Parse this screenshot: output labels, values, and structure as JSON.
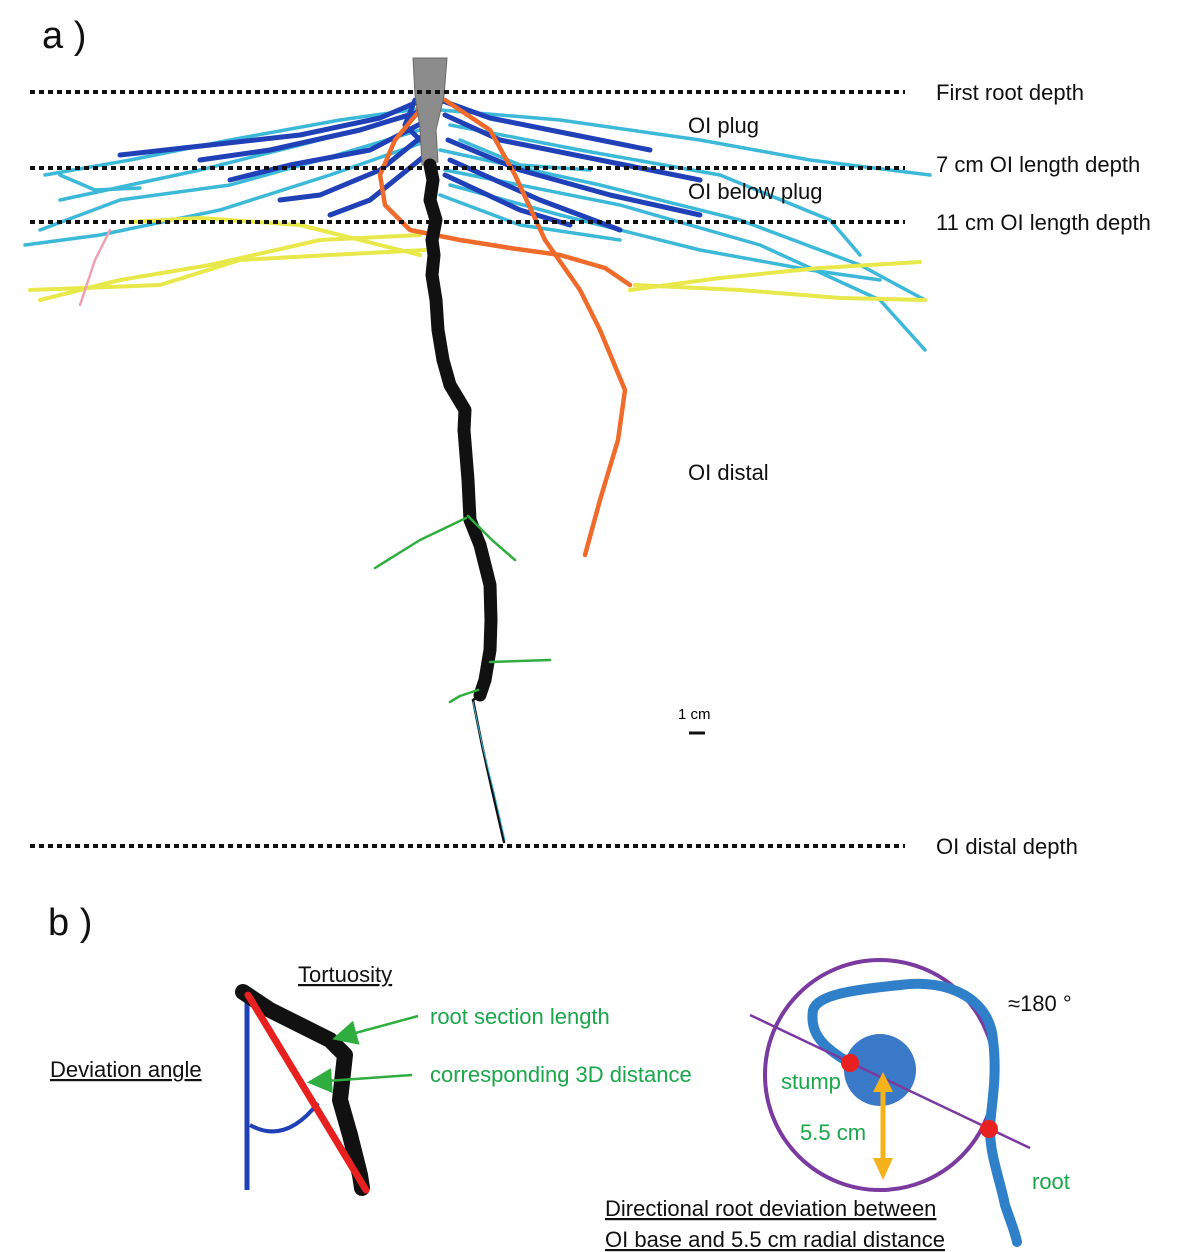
{
  "panel_a": {
    "label": "a )",
    "depth_lines": [
      {
        "label": "First root depth"
      },
      {
        "label": "7 cm OI length depth"
      },
      {
        "label": "11 cm OI length depth"
      },
      {
        "label": "OI distal depth"
      }
    ],
    "zones": {
      "plug": "OI plug",
      "below_plug": "OI below plug",
      "distal": "OI distal"
    },
    "scale_bar": "1 cm"
  },
  "panel_b": {
    "label": "b )",
    "tortuosity": "Tortuosity",
    "root_section_length": "root section length",
    "corresponding_3d_distance": "corresponding 3D distance",
    "deviation_angle": "Deviation angle",
    "angle": "≈180 °",
    "stump": "stump",
    "radial_distance": "5.5 cm",
    "root": "root",
    "caption_line1": "Directional root deviation between",
    "caption_line2": "OI base and 5.5 cm radial distance"
  },
  "colors": {
    "taproot": "#111111",
    "stem": "#8c8c8c",
    "dark_blue": "#2040b8",
    "light_blue": "#3cb8d8",
    "orange": "#f06a2a",
    "yellow": "#e8e84a",
    "green": "#2fae3f",
    "red": "#e82020",
    "purple": "#7a3aa0",
    "blue_root": "#2f80c8",
    "circle_blue": "#3a78c8",
    "arrow_yellow": "#f5b21a",
    "label_green": "#1aa64a"
  }
}
